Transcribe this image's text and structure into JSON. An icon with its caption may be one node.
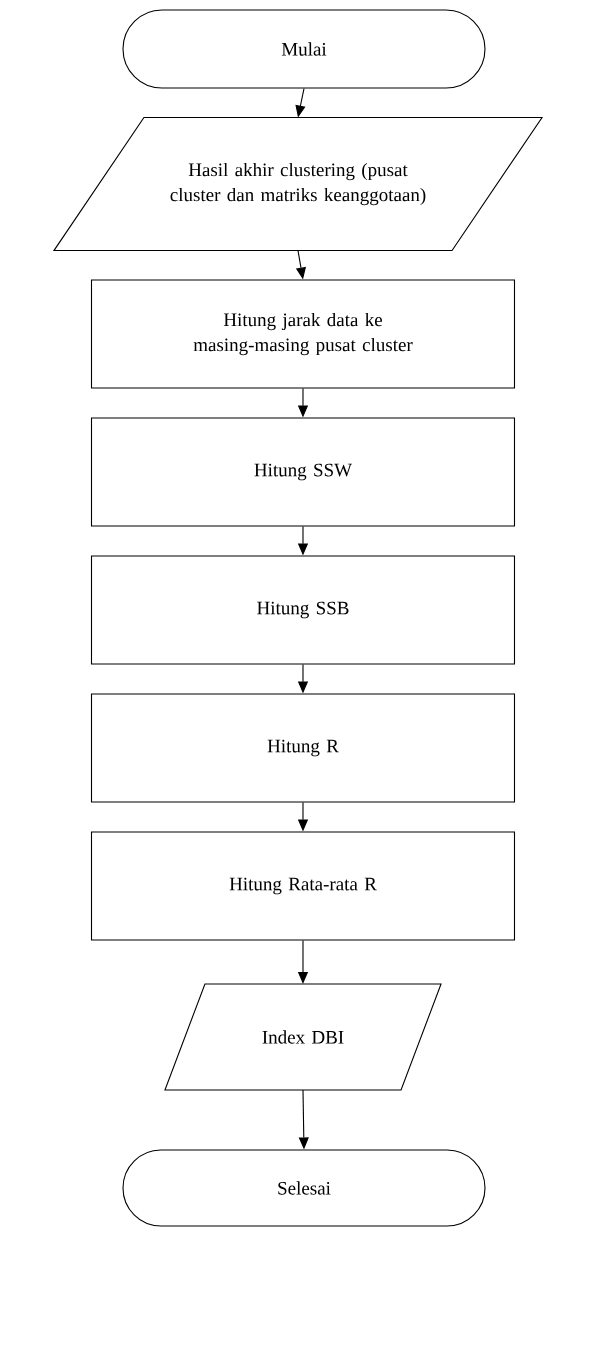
{
  "diagram": {
    "nodes": [
      {
        "text": [
          "Mulai"
        ]
      },
      {
        "text": [
          "Hasil akhir clustering (pusat cluster dan matriks keanggotaan)"
        ]
      },
      {
        "text": [
          "Hitung jarak data ke masing-masing pusat cluster"
        ]
      },
      {
        "text": [
          "Hitung SSW"
        ]
      },
      {
        "text": [
          "Hitung SSB"
        ]
      },
      {
        "text": [
          "Hitung R"
        ]
      },
      {
        "text": [
          "Hitung Rata-rata R"
        ]
      },
      {
        "text": [
          "Index DBI"
        ]
      },
      {
        "text": [
          "Selesai"
        ]
      }
    ],
    "edges": [
      {
        "from": 0,
        "to": 1,
        "arrow": "to"
      },
      {
        "from": 1,
        "to": 2,
        "arrow": "to"
      },
      {
        "from": 2,
        "to": 3,
        "arrow": "to"
      },
      {
        "from": 3,
        "to": 4,
        "arrow": "to"
      },
      {
        "from": 4,
        "to": 5,
        "arrow": "to"
      },
      {
        "from": 5,
        "to": 6,
        "arrow": "to"
      },
      {
        "from": 6,
        "to": 7,
        "arrow": "to"
      },
      {
        "from": 7,
        "to": 8,
        "arrow": "to"
      }
    ]
  }
}
